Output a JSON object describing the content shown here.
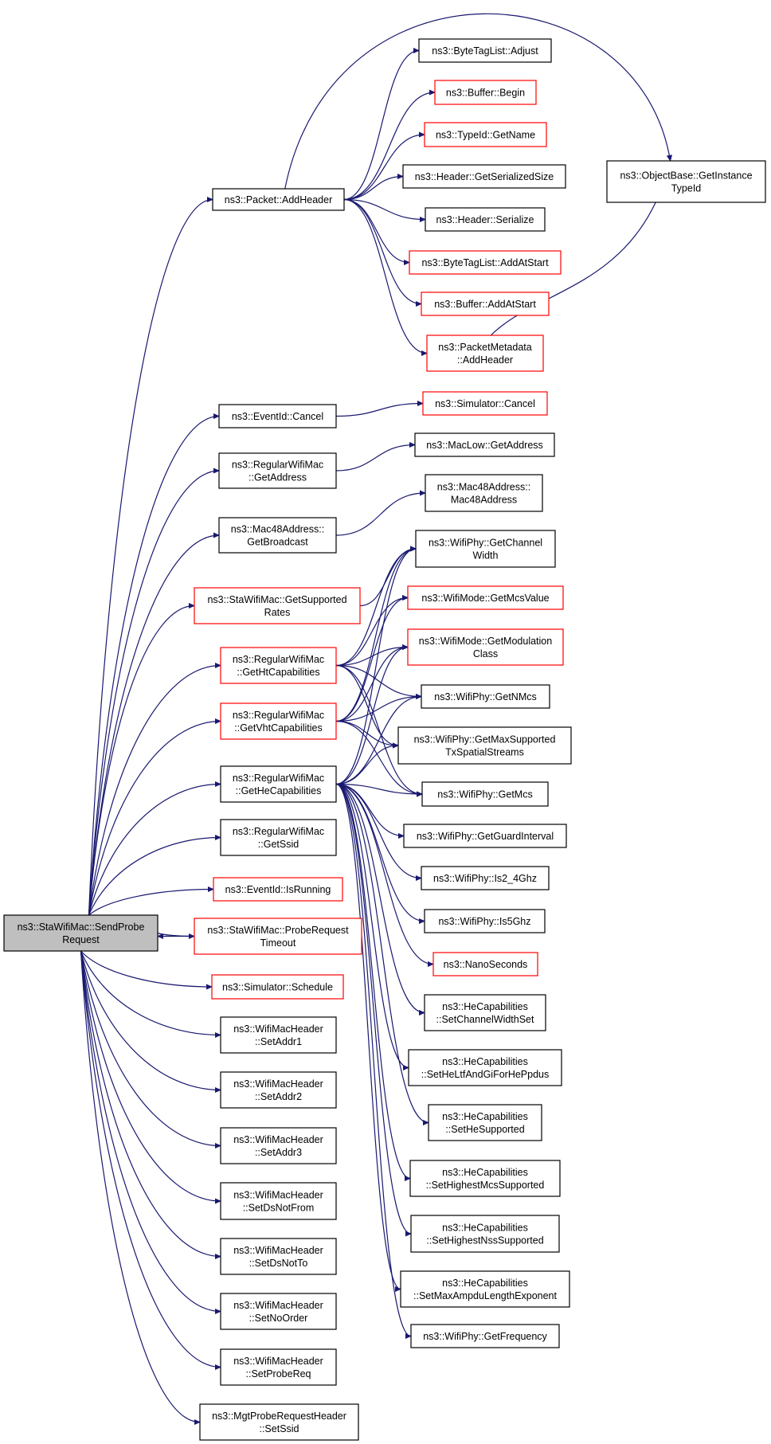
{
  "graph": {
    "edge_color": "#191970",
    "styles": {
      "root": {
        "fill": "#bfbfbf",
        "stroke": "#000000"
      },
      "normal": {
        "fill": "#ffffff",
        "stroke": "#000000"
      },
      "red": {
        "fill": "#ffffff",
        "stroke": "#ff0000"
      }
    },
    "nodes": [
      {
        "id": "root",
        "lines": [
          "ns3::StaWifiMac::SendProbe",
          "Request"
        ],
        "style": "root"
      },
      {
        "id": "addHeader",
        "lines": [
          "ns3::Packet::AddHeader"
        ],
        "style": "normal"
      },
      {
        "id": "btlAdjust",
        "lines": [
          "ns3::ByteTagList::Adjust"
        ],
        "style": "normal"
      },
      {
        "id": "bufBegin",
        "lines": [
          "ns3::Buffer::Begin"
        ],
        "style": "red"
      },
      {
        "id": "typeIdGetName",
        "lines": [
          "ns3::TypeId::GetName"
        ],
        "style": "red"
      },
      {
        "id": "hdrGetSize",
        "lines": [
          "ns3::Header::GetSerializedSize"
        ],
        "style": "normal"
      },
      {
        "id": "hdrSerialize",
        "lines": [
          "ns3::Header::Serialize"
        ],
        "style": "normal"
      },
      {
        "id": "btlAddAtStart",
        "lines": [
          "ns3::ByteTagList::AddAtStart"
        ],
        "style": "red"
      },
      {
        "id": "bufAddAtStart",
        "lines": [
          "ns3::Buffer::AddAtStart"
        ],
        "style": "red"
      },
      {
        "id": "pmAddHeader",
        "lines": [
          "ns3::PacketMetadata",
          "::AddHeader"
        ],
        "style": "red"
      },
      {
        "id": "objBase",
        "lines": [
          "ns3::ObjectBase::GetInstance",
          "TypeId"
        ],
        "style": "normal"
      },
      {
        "id": "eventCancel",
        "lines": [
          "ns3::EventId::Cancel"
        ],
        "style": "normal"
      },
      {
        "id": "simCancel",
        "lines": [
          "ns3::Simulator::Cancel"
        ],
        "style": "red"
      },
      {
        "id": "rwmGetAddress",
        "lines": [
          "ns3::RegularWifiMac",
          "::GetAddress"
        ],
        "style": "normal"
      },
      {
        "id": "macLowGetAddr",
        "lines": [
          "ns3::MacLow::GetAddress"
        ],
        "style": "normal"
      },
      {
        "id": "mac48Ctor",
        "lines": [
          "ns3::Mac48Address::",
          "Mac48Address"
        ],
        "style": "normal"
      },
      {
        "id": "mac48Bcast",
        "lines": [
          "ns3::Mac48Address::",
          "GetBroadcast"
        ],
        "style": "normal"
      },
      {
        "id": "getSuppRates",
        "lines": [
          "ns3::StaWifiMac::GetSupported",
          "Rates"
        ],
        "style": "red"
      },
      {
        "id": "phyChanWidth",
        "lines": [
          "ns3::WifiPhy::GetChannel",
          "Width"
        ],
        "style": "normal"
      },
      {
        "id": "modeMcsValue",
        "lines": [
          "ns3::WifiMode::GetMcsValue"
        ],
        "style": "red"
      },
      {
        "id": "modeModClass",
        "lines": [
          "ns3::WifiMode::GetModulation",
          "Class"
        ],
        "style": "red"
      },
      {
        "id": "getHtCaps",
        "lines": [
          "ns3::RegularWifiMac",
          "::GetHtCapabilities"
        ],
        "style": "red"
      },
      {
        "id": "phyNMcs",
        "lines": [
          "ns3::WifiPhy::GetNMcs"
        ],
        "style": "normal"
      },
      {
        "id": "getVhtCaps",
        "lines": [
          "ns3::RegularWifiMac",
          "::GetVhtCapabilities"
        ],
        "style": "red"
      },
      {
        "id": "phyMaxSS",
        "lines": [
          "ns3::WifiPhy::GetMaxSupported",
          "TxSpatialStreams"
        ],
        "style": "normal"
      },
      {
        "id": "getHeCaps",
        "lines": [
          "ns3::RegularWifiMac",
          "::GetHeCapabilities"
        ],
        "style": "normal"
      },
      {
        "id": "phyGetMcs",
        "lines": [
          "ns3::WifiPhy::GetMcs"
        ],
        "style": "normal"
      },
      {
        "id": "phyGuard",
        "lines": [
          "ns3::WifiPhy::GetGuardInterval"
        ],
        "style": "normal"
      },
      {
        "id": "rwmGetSsid",
        "lines": [
          "ns3::RegularWifiMac",
          "::GetSsid"
        ],
        "style": "normal"
      },
      {
        "id": "phyIs24",
        "lines": [
          "ns3::WifiPhy::Is2_4Ghz"
        ],
        "style": "normal"
      },
      {
        "id": "eventIsRunning",
        "lines": [
          "ns3::EventId::IsRunning"
        ],
        "style": "red"
      },
      {
        "id": "phyIs5",
        "lines": [
          "ns3::WifiPhy::Is5Ghz"
        ],
        "style": "normal"
      },
      {
        "id": "probeTimeout",
        "lines": [
          "ns3::StaWifiMac::ProbeRequest",
          "Timeout"
        ],
        "style": "red"
      },
      {
        "id": "nanoSeconds",
        "lines": [
          "ns3::NanoSeconds"
        ],
        "style": "red"
      },
      {
        "id": "simSchedule",
        "lines": [
          "ns3::Simulator::Schedule"
        ],
        "style": "red"
      },
      {
        "id": "heChanWidth",
        "lines": [
          "ns3::HeCapabilities",
          "::SetChannelWidthSet"
        ],
        "style": "normal"
      },
      {
        "id": "setAddr1",
        "lines": [
          "ns3::WifiMacHeader",
          "::SetAddr1"
        ],
        "style": "normal"
      },
      {
        "id": "heLtfGi",
        "lines": [
          "ns3::HeCapabilities",
          "::SetHeLtfAndGiForHePpdus"
        ],
        "style": "normal"
      },
      {
        "id": "setAddr2",
        "lines": [
          "ns3::WifiMacHeader",
          "::SetAddr2"
        ],
        "style": "normal"
      },
      {
        "id": "heSupported",
        "lines": [
          "ns3::HeCapabilities",
          "::SetHeSupported"
        ],
        "style": "normal"
      },
      {
        "id": "setAddr3",
        "lines": [
          "ns3::WifiMacHeader",
          "::SetAddr3"
        ],
        "style": "normal"
      },
      {
        "id": "heHighMcs",
        "lines": [
          "ns3::HeCapabilities",
          "::SetHighestMcsSupported"
        ],
        "style": "normal"
      },
      {
        "id": "setDsNotFrom",
        "lines": [
          "ns3::WifiMacHeader",
          "::SetDsNotFrom"
        ],
        "style": "normal"
      },
      {
        "id": "heHighNss",
        "lines": [
          "ns3::HeCapabilities",
          "::SetHighestNssSupported"
        ],
        "style": "normal"
      },
      {
        "id": "setDsNotTo",
        "lines": [
          "ns3::WifiMacHeader",
          "::SetDsNotTo"
        ],
        "style": "normal"
      },
      {
        "id": "heMaxAmpdu",
        "lines": [
          "ns3::HeCapabilities",
          "::SetMaxAmpduLengthExponent"
        ],
        "style": "normal"
      },
      {
        "id": "setNoOrder",
        "lines": [
          "ns3::WifiMacHeader",
          "::SetNoOrder"
        ],
        "style": "normal"
      },
      {
        "id": "phyFreq",
        "lines": [
          "ns3::WifiPhy::GetFrequency"
        ],
        "style": "normal"
      },
      {
        "id": "setProbeReq",
        "lines": [
          "ns3::WifiMacHeader",
          "::SetProbeReq"
        ],
        "style": "normal"
      },
      {
        "id": "mgtSetSsid",
        "lines": [
          "ns3::MgtProbeRequestHeader",
          "::SetSsid"
        ],
        "style": "normal"
      }
    ],
    "edges": [
      [
        "root",
        "addHeader"
      ],
      [
        "root",
        "eventCancel"
      ],
      [
        "root",
        "rwmGetAddress"
      ],
      [
        "root",
        "mac48Bcast"
      ],
      [
        "root",
        "getSuppRates"
      ],
      [
        "root",
        "getHtCaps"
      ],
      [
        "root",
        "getVhtCaps"
      ],
      [
        "root",
        "getHeCaps"
      ],
      [
        "root",
        "rwmGetSsid"
      ],
      [
        "root",
        "eventIsRunning"
      ],
      [
        "root",
        "probeTimeout"
      ],
      [
        "probeTimeout",
        "root"
      ],
      [
        "root",
        "simSchedule"
      ],
      [
        "root",
        "setAddr1"
      ],
      [
        "root",
        "setAddr2"
      ],
      [
        "root",
        "setAddr3"
      ],
      [
        "root",
        "setDsNotFrom"
      ],
      [
        "root",
        "setDsNotTo"
      ],
      [
        "root",
        "setNoOrder"
      ],
      [
        "root",
        "setProbeReq"
      ],
      [
        "root",
        "mgtSetSsid"
      ],
      [
        "addHeader",
        "btlAdjust"
      ],
      [
        "addHeader",
        "bufBegin"
      ],
      [
        "addHeader",
        "typeIdGetName"
      ],
      [
        "addHeader",
        "hdrGetSize"
      ],
      [
        "addHeader",
        "hdrSerialize"
      ],
      [
        "addHeader",
        "btlAddAtStart"
      ],
      [
        "addHeader",
        "bufAddAtStart"
      ],
      [
        "addHeader",
        "pmAddHeader"
      ],
      [
        "addHeader",
        "objBase"
      ],
      [
        "pmAddHeader",
        "objBase"
      ],
      [
        "eventCancel",
        "simCancel"
      ],
      [
        "rwmGetAddress",
        "macLowGetAddr"
      ],
      [
        "mac48Bcast",
        "mac48Ctor"
      ],
      [
        "getSuppRates",
        "phyChanWidth"
      ],
      [
        "getHtCaps",
        "phyChanWidth"
      ],
      [
        "getHtCaps",
        "modeMcsValue"
      ],
      [
        "getHtCaps",
        "modeModClass"
      ],
      [
        "getHtCaps",
        "phyNMcs"
      ],
      [
        "getHtCaps",
        "phyMaxSS"
      ],
      [
        "getHtCaps",
        "phyGetMcs"
      ],
      [
        "getVhtCaps",
        "phyChanWidth"
      ],
      [
        "getVhtCaps",
        "modeMcsValue"
      ],
      [
        "getVhtCaps",
        "modeModClass"
      ],
      [
        "getVhtCaps",
        "phyNMcs"
      ],
      [
        "getVhtCaps",
        "phyMaxSS"
      ],
      [
        "getVhtCaps",
        "phyGetMcs"
      ],
      [
        "getHeCaps",
        "phyChanWidth"
      ],
      [
        "getHeCaps",
        "modeModClass"
      ],
      [
        "getHeCaps",
        "phyNMcs"
      ],
      [
        "getHeCaps",
        "phyMaxSS"
      ],
      [
        "getHeCaps",
        "phyGetMcs"
      ],
      [
        "getHeCaps",
        "phyGuard"
      ],
      [
        "getHeCaps",
        "phyIs24"
      ],
      [
        "getHeCaps",
        "phyIs5"
      ],
      [
        "getHeCaps",
        "nanoSeconds"
      ],
      [
        "getHeCaps",
        "heChanWidth"
      ],
      [
        "getHeCaps",
        "heLtfGi"
      ],
      [
        "getHeCaps",
        "heSupported"
      ],
      [
        "getHeCaps",
        "heHighMcs"
      ],
      [
        "getHeCaps",
        "heHighNss"
      ],
      [
        "getHeCaps",
        "heMaxAmpdu"
      ],
      [
        "getHeCaps",
        "phyFreq"
      ]
    ]
  }
}
